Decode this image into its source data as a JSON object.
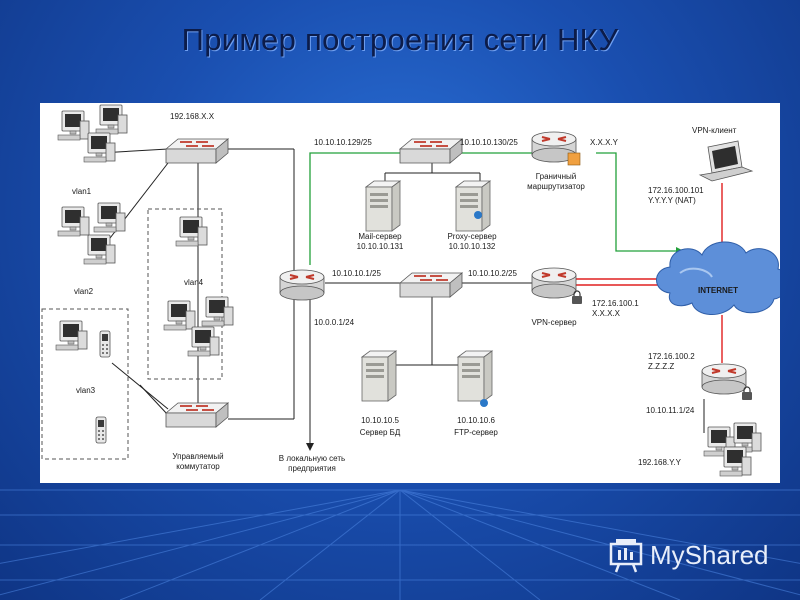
{
  "slide": {
    "title": "Пример построения сети НКУ",
    "brand": "MyShared"
  },
  "labels": {
    "vlan1": "vlan1",
    "vlan2": "vlan2",
    "vlan3": "vlan3",
    "vlan4": "vlan4",
    "ip_192_x": "192.168.X.X",
    "ip_129": "10.10.10.129/25",
    "ip_130": "10.10.10.130/25",
    "ip_xxxx": "X.X.X.Y",
    "border_router_1": "Граничный",
    "border_router_2": "маршрутизатор",
    "vpn_client": "VPN-клиент",
    "ip_172_101": "172.16.100.101",
    "ip_yyyy_nat": "Y.Y.Y.Y (NAT)",
    "mail_server": "Mail-сервер",
    "ip_131": "10.10.10.131",
    "proxy_server": "Proxy-сервер",
    "ip_132": "10.10.10.132",
    "ip_1_25": "10.10.10.1/25",
    "ip_2_25": "10.10.10.2/25",
    "internet": "INTERNET",
    "ip_172_1": "172.16.100.1",
    "ip_xxxx2": "X.X.X.X",
    "vpn_server": "VPN-сервер",
    "ip_0_1_24": "10.0.0.1/24",
    "ip_5": "10.10.10.5",
    "db_server": "Сервер БД",
    "ip_6": "10.10.10.6",
    "ftp_server": "FTP-сервер",
    "ip_172_2": "172.16.100.2",
    "ip_zzzz": "Z.Z.Z.Z",
    "ip_11_1_24": "10.10.11.1/24",
    "ip_192_yy": "192.168.Y.Y",
    "managed_switch_1": "Управляемый",
    "managed_switch_2": "коммутатор",
    "lan_1": "В локальную сеть",
    "lan_2": "предприятия"
  },
  "colors": {
    "green_link": "#22a03a",
    "red_link": "#e02020",
    "dark_link": "#222222",
    "cloud": "#5d8fd9"
  }
}
